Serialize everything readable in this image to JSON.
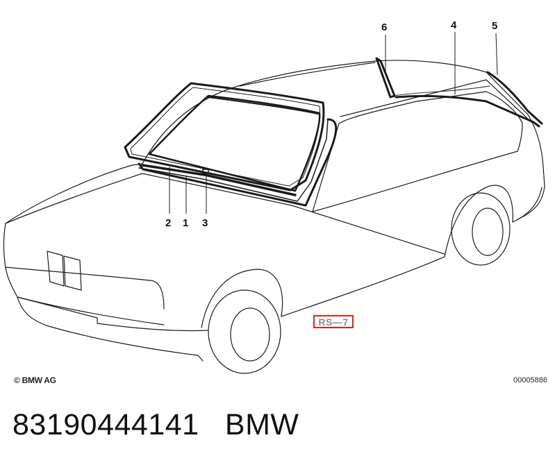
{
  "diagram": {
    "callouts": [
      {
        "id": "c1",
        "label": "1"
      },
      {
        "id": "c2",
        "label": "2"
      },
      {
        "id": "c3",
        "label": "3"
      },
      {
        "id": "c4",
        "label": "4"
      },
      {
        "id": "c5",
        "label": "5"
      },
      {
        "id": "c6",
        "label": "6"
      }
    ],
    "reference_tag": "RS—7",
    "copyright": "© BMW AG",
    "drawing_number": "00005886"
  },
  "footer": {
    "part_number": "83190444141",
    "brand": "BMW"
  },
  "colors": {
    "line": "#1a1a1a",
    "tag_border": "#e02020",
    "tag_text": "#8a8a8a"
  }
}
